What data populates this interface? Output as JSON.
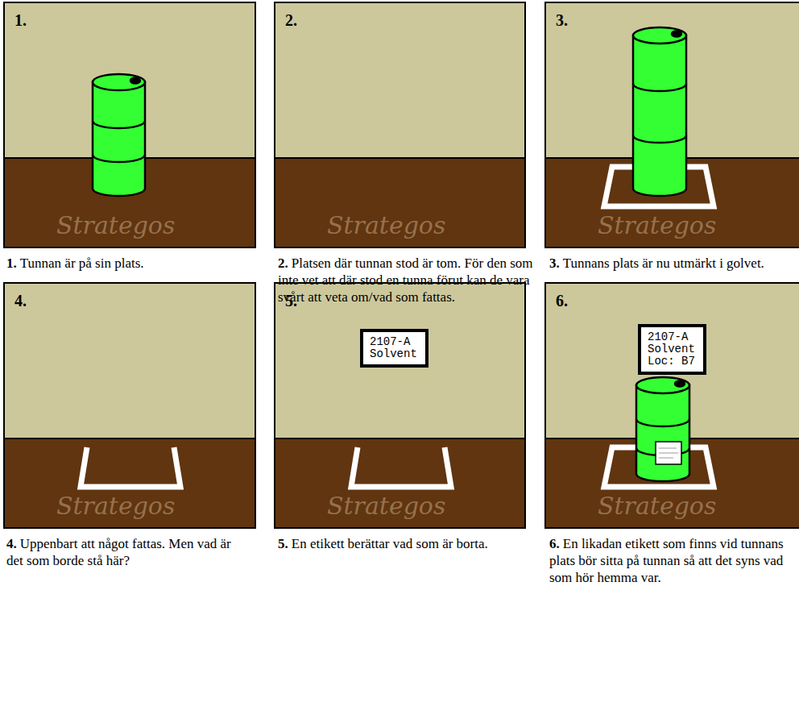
{
  "diagram": {
    "nodes": [
      {
        "text": [
          "1."
        ]
      },
      {
        "text": [
          "2."
        ]
      },
      {
        "text": [
          "3."
        ]
      },
      {
        "text": [
          "4."
        ]
      },
      {
        "text": [
          "5."
        ]
      },
      {
        "text": [
          "2107-A Solvent"
        ],
        "in": 4
      },
      {
        "text": [
          "6."
        ]
      },
      {
        "text": [
          "2107-A Solvent Loc: B7"
        ],
        "in": 6
      }
    ],
    "labels": [
      "1.",
      "Tunnan är på sin plats.",
      "2.",
      "Platsen där tunnan stod är tom. För den som inte vet att där stod en tunna förut kan de vara svårt att veta om/vad som fattas.",
      "3.",
      "Tunnans plats är nu utmärkt i golvet.",
      "4.",
      "Uppenbart att något fattas. Men vad är det som borde stå här?",
      "5.",
      "En etikett berättar vad som är borta.",
      "6.",
      "En likadan etikett som finns vid tunnans plats bör sitta på tunnan så att det syns vad som hör hemma var.",
      "Strategos",
      "Strategos",
      "Strategos",
      "Strategos",
      "Strategos",
      "Strategos"
    ]
  }
}
